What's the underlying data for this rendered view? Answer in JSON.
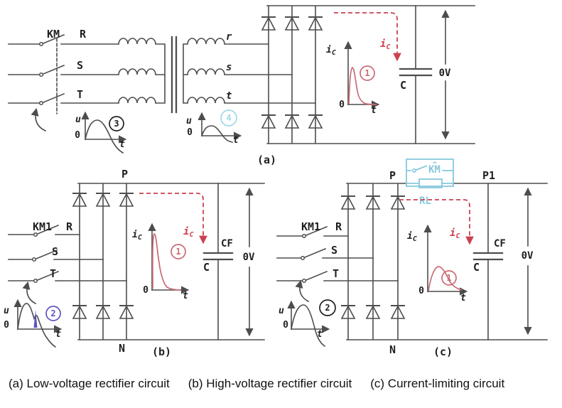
{
  "caption": {
    "a": "(a) Low-voltage rectifier circuit",
    "b": "(b) High-voltage rectifier circuit",
    "c": "(c) Current-limiting circuit"
  },
  "labels": {
    "km": "KM",
    "km1": "KM1",
    "rl": "RL",
    "phase_R": "R",
    "phase_S": "S",
    "phase_T": "T",
    "sec_r": "r",
    "sec_s": "s",
    "sec_t": "t",
    "u": "u",
    "zero": "0",
    "t": "t",
    "i": "i",
    "i_sub": "C",
    "cap": "C",
    "cf": "CF",
    "ov": "0V",
    "p": "P",
    "p1": "P1",
    "n": "N",
    "panel_a": "(a)",
    "panel_b": "(b)",
    "panel_c": "(c)",
    "d1": "1",
    "d2": "2",
    "d3": "3",
    "d4": "4"
  },
  "colors": {
    "wire": "#4d4d4d",
    "red": "#cc4150",
    "curve": "#c96a75",
    "blue": "#5b53c2",
    "cyan": "#86c9dc",
    "cyanlight": "#9fd9e6",
    "text": "#1f1f1f",
    "caption": "#111111",
    "bg": "#ffffff"
  }
}
